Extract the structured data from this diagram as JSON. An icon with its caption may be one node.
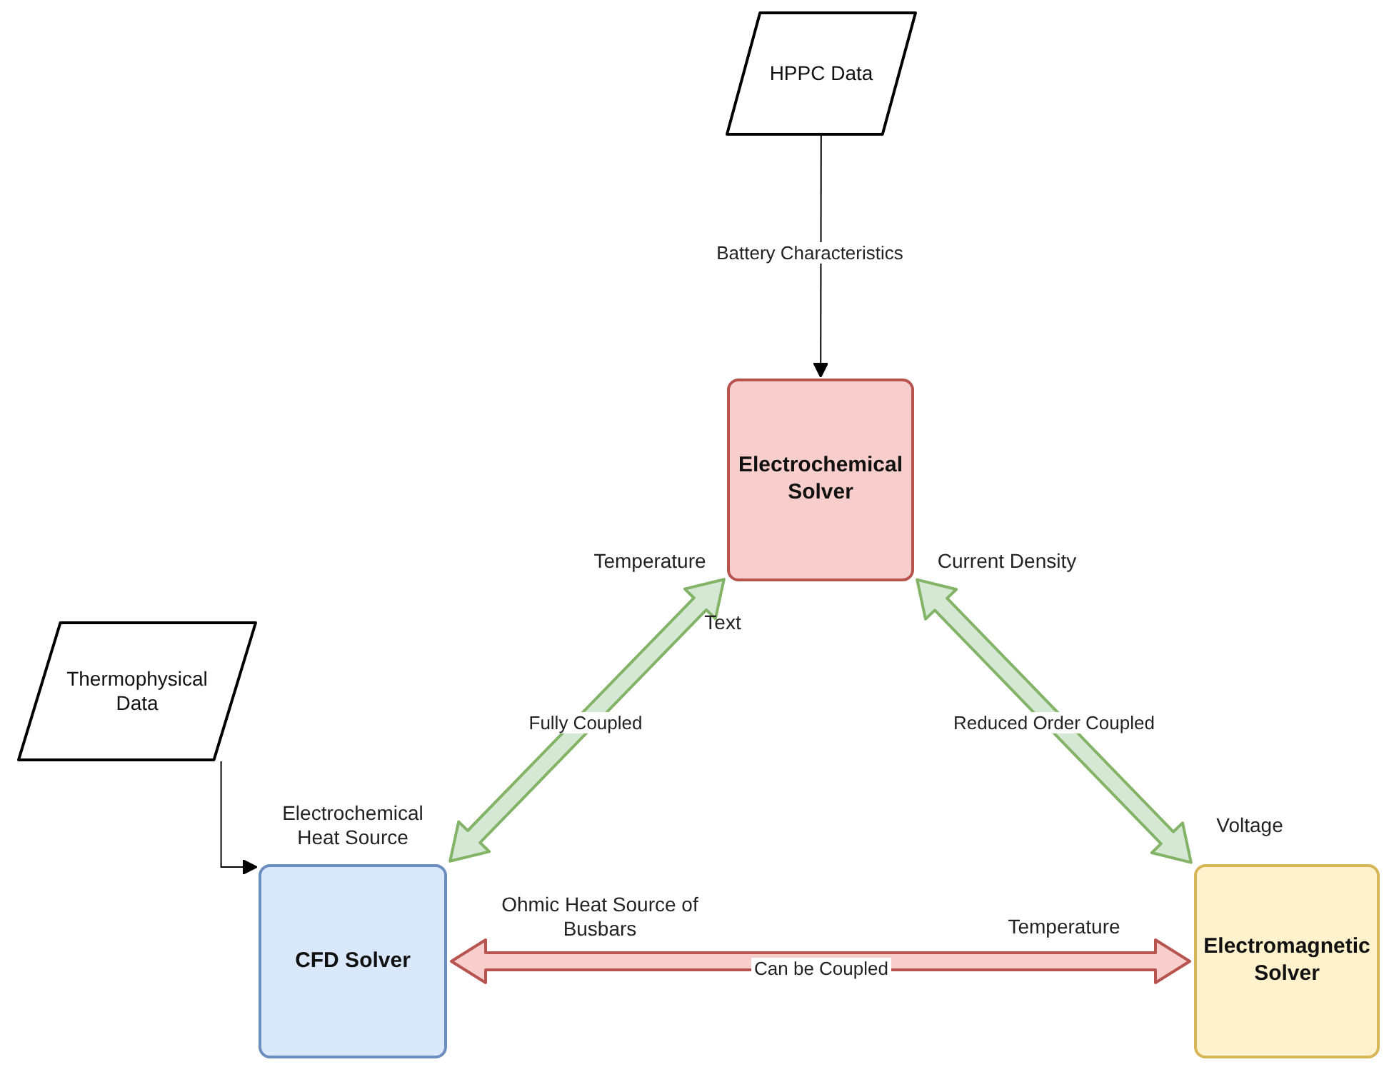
{
  "diagram": {
    "nodes": [
      {
        "text": [
          "HPPC Data"
        ]
      },
      {
        "text": [
          "Electrochemical Solver"
        ]
      },
      {
        "text": [
          "Thermophysical Data"
        ]
      },
      {
        "text": [
          "CFD Solver"
        ]
      },
      {
        "text": [
          "Electromagnetic Solver"
        ]
      }
    ],
    "edges": [
      {
        "from": 0,
        "to": 1,
        "arrow": "to",
        "label": "Battery Characteristics"
      },
      {
        "from": 2,
        "to": 3,
        "arrow": "to"
      },
      {
        "from": 1,
        "to": 3,
        "arrow": "both",
        "label": "Fully Coupled",
        "style": "thick",
        "color": "#82b366"
      },
      {
        "from": 1,
        "to": 4,
        "arrow": "both",
        "label": "Reduced Order Coupled",
        "style": "thick",
        "color": "#82b366"
      },
      {
        "from": 3,
        "to": 4,
        "arrow": "both",
        "label": "Can be Coupled",
        "style": "thick",
        "color": "#b85450"
      }
    ],
    "labels": [
      "Temperature",
      "Text",
      "Current Density",
      "Electrochemical Heat Source",
      "Voltage",
      "Ohmic Heat Source of Busbars",
      "Temperature"
    ]
  }
}
